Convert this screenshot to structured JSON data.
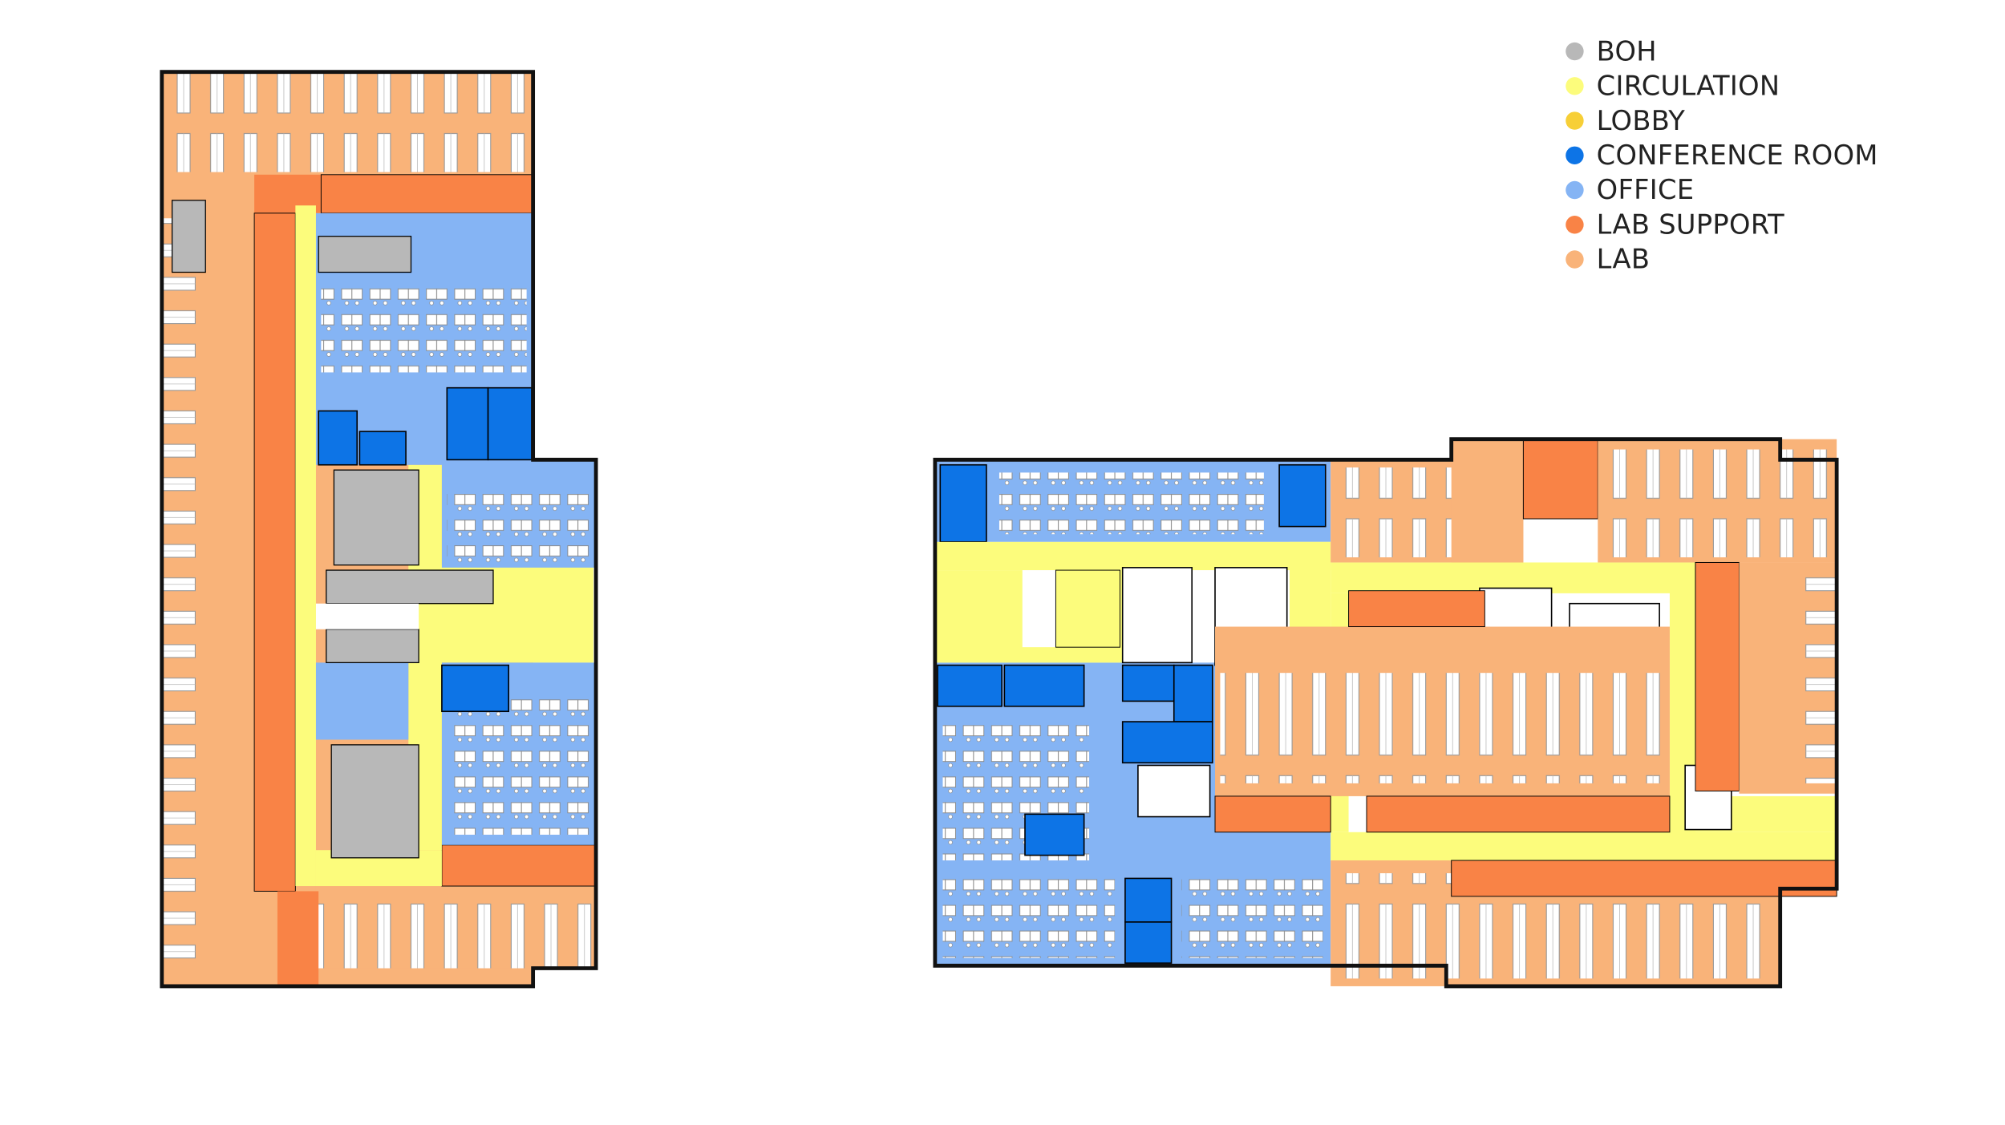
{
  "legend": {
    "items": [
      {
        "key": "boh",
        "label": "BOH",
        "color": "#B8B8B8"
      },
      {
        "key": "circulation",
        "label": "CIRCULATION",
        "color": "#FCFC7C"
      },
      {
        "key": "lobby",
        "label": "LOBBY",
        "color": "#F7CF37"
      },
      {
        "key": "conference",
        "label": "CONFERENCE ROOM",
        "color": "#0D74E6"
      },
      {
        "key": "office",
        "label": "OFFICE",
        "color": "#85B4F4"
      },
      {
        "key": "lab_support",
        "label": "LAB SUPPORT",
        "color": "#F98346"
      },
      {
        "key": "lab",
        "label": "LAB",
        "color": "#F9B379"
      }
    ]
  }
}
